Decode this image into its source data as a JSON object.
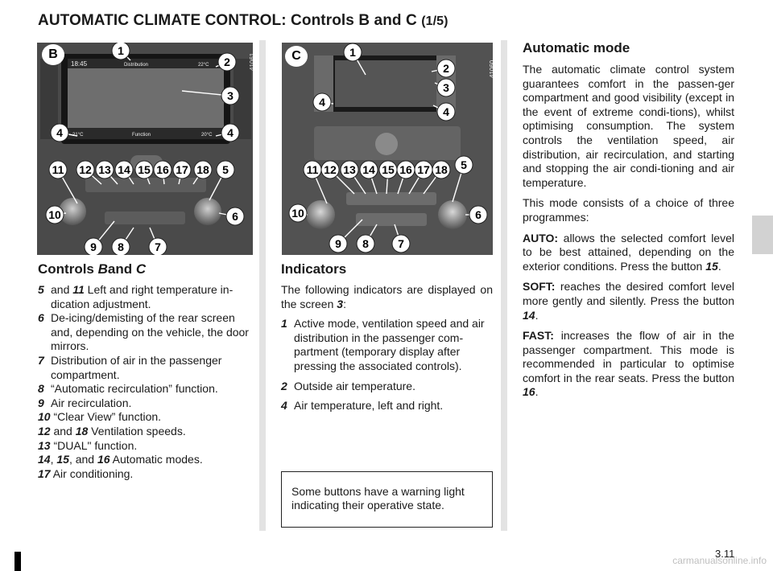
{
  "page": {
    "title_main": "AUTOMATIC CLIMATE CONTROL: Controls B and C",
    "title_sub": "(1/5)",
    "page_number": "3.11",
    "watermark": "carmanualsonline.info"
  },
  "panel_b": {
    "label": "B",
    "ref_number": "41061",
    "screen_time": "18:45",
    "screen_title": "Distribution",
    "screen_temp_right": "22°C",
    "screen_temp_left": "21°C",
    "screen_temp_right_bottom": "20°C",
    "screen_function": "Function"
  },
  "panel_c": {
    "label": "C",
    "ref_number": "41060"
  },
  "controls_section": {
    "heading_prefix": "Controls ",
    "heading_b": "B",
    "heading_and": "and ",
    "heading_c": "C",
    "items": [
      {
        "num": "5",
        "mid": " and ",
        "num2": "11",
        "text": " Left and right temperature in-dication adjustment."
      },
      {
        "num": "6",
        "text": "De-icing/demisting of the rear screen and, depending on the vehicle, the door mirrors."
      },
      {
        "num": "7",
        "text": "Distribution of air in the passenger compartment."
      },
      {
        "num": "8",
        "text": "“Automatic recirculation” function."
      },
      {
        "num": "9",
        "text": "Air recirculation."
      },
      {
        "num": "10",
        "text": "“Clear View” function."
      },
      {
        "num": "12",
        "mid": " and ",
        "num2": "18",
        "text": " Ventilation speeds."
      },
      {
        "num": "13",
        "text": "“DUAL\" function."
      },
      {
        "num": "14",
        "mid": ", ",
        "num2": "15",
        "mid2": ", and ",
        "num3": "16",
        "text": " Automatic modes."
      },
      {
        "num": "17",
        "text": "Air conditioning."
      }
    ]
  },
  "indicators_section": {
    "heading": "Indicators",
    "intro": "The following indicators are displayed on the screen ",
    "intro_num": "3",
    "intro_end": ":",
    "items": [
      {
        "num": "1",
        "text": "Active mode, ventilation speed and air distribution in the passenger com-partment (temporary display after pressing the associated controls)."
      },
      {
        "num": "2",
        "text": "Outside air temperature."
      },
      {
        "num": "4",
        "text": "Air temperature, left and right."
      }
    ],
    "note": "Some buttons have a warning light indicating their operative state."
  },
  "auto_section": {
    "heading": "Automatic mode",
    "para1": "The automatic climate control system guarantees comfort in the passen-ger compartment and good visibility (except in the event of extreme condi-tions), whilst optimising consumption. The system controls the ventilation speed, air distribution, air recirculation, and starting and stopping the air condi-tioning and air temperature.",
    "para2": "This mode consists of a choice of three programmes:",
    "auto_label": "AUTO:",
    "auto_text": " allows the selected comfort level to be best attained, depending on the exterior conditions. Press the button ",
    "auto_btn": "15",
    "soft_label": "SOFT:",
    "soft_text": " reaches the desired comfort level more gently and silently. Press the button ",
    "soft_btn": "14",
    "fast_label": "FAST:",
    "fast_text": " increases the flow of air in the passenger compartment. This mode is recommended in particular to optimise comfort in the rear seats. Press the button ",
    "fast_btn": "16",
    "period": "."
  }
}
